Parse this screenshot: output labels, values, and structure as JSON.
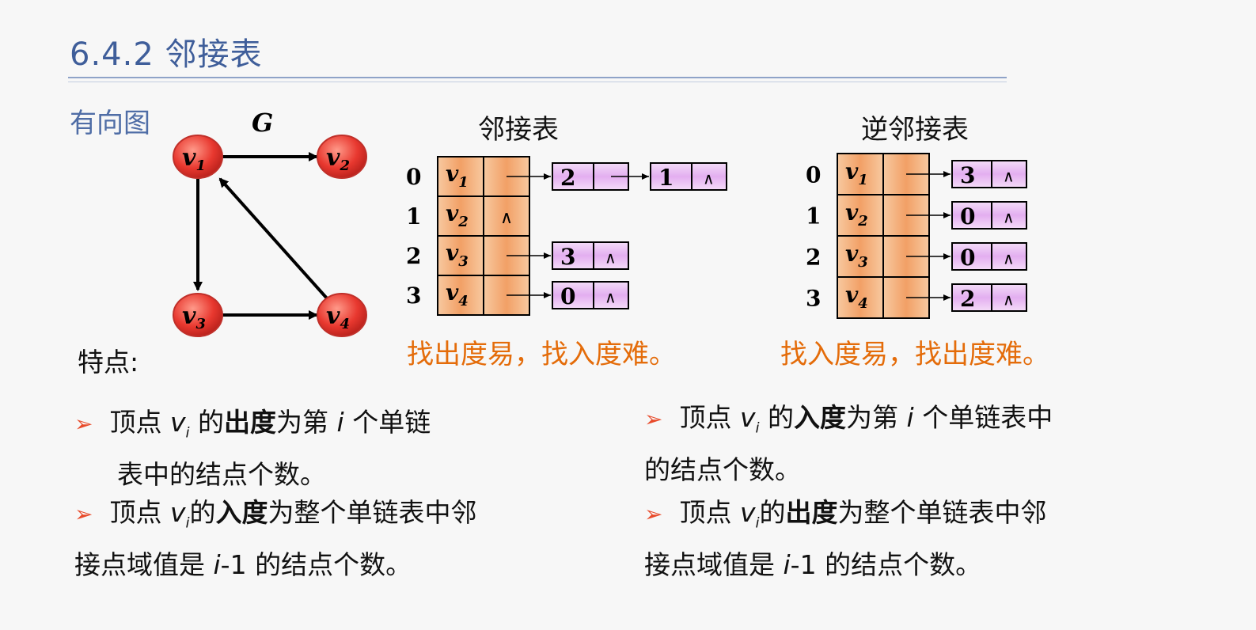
{
  "title": "6.4.2 邻接表",
  "graph": {
    "section_label": "有向图",
    "name": "G",
    "nodes": [
      {
        "id": "v1",
        "label": "v",
        "sub": "1"
      },
      {
        "id": "v2",
        "label": "v",
        "sub": "2"
      },
      {
        "id": "v3",
        "label": "v",
        "sub": "3"
      },
      {
        "id": "v4",
        "label": "v",
        "sub": "4"
      }
    ],
    "edges": [
      [
        "v1",
        "v2"
      ],
      [
        "v1",
        "v3"
      ],
      [
        "v3",
        "v4"
      ],
      [
        "v4",
        "v1"
      ]
    ]
  },
  "adj_list": {
    "title": "邻接表",
    "rows": [
      {
        "index": "0",
        "vertex": "v",
        "sub": "1",
        "nodes": [
          "2",
          "1"
        ],
        "null_mark": "∧"
      },
      {
        "index": "1",
        "vertex": "v",
        "sub": "2",
        "nodes": [],
        "null_mark": "∧"
      },
      {
        "index": "2",
        "vertex": "v",
        "sub": "3",
        "nodes": [
          "3"
        ],
        "null_mark": "∧"
      },
      {
        "index": "3",
        "vertex": "v",
        "sub": "4",
        "nodes": [
          "0"
        ],
        "null_mark": "∧"
      }
    ],
    "note": "找出度易，找入度难。"
  },
  "inv_adj_list": {
    "title": "逆邻接表",
    "rows": [
      {
        "index": "0",
        "vertex": "v",
        "sub": "1",
        "nodes": [
          "3"
        ],
        "null_mark": "∧"
      },
      {
        "index": "1",
        "vertex": "v",
        "sub": "2",
        "nodes": [
          "0"
        ],
        "null_mark": "∧"
      },
      {
        "index": "2",
        "vertex": "v",
        "sub": "3",
        "nodes": [
          "0"
        ],
        "null_mark": "∧"
      },
      {
        "index": "3",
        "vertex": "v",
        "sub": "4",
        "nodes": [
          "2"
        ],
        "null_mark": "∧"
      }
    ],
    "note": "找入度易，找出度难。"
  },
  "features": {
    "label": "特点:",
    "bullet": "➢",
    "left": [
      {
        "p1": "顶点 ",
        "var": "v",
        "sub": "i",
        "p2": " 的",
        "bold": "出度",
        "p3": "为第 ",
        "var2": "i",
        "p4": " 个单链",
        "line2": "表中的结点个数。"
      },
      {
        "p1": "顶点 ",
        "var": "v",
        "sub": "i",
        "p2": "的",
        "bold": "入度",
        "p3": "为整个单链表中邻",
        "line2a": "接点域值是 ",
        "var2": "i",
        "line2b": "-1  的结点个数。"
      }
    ],
    "right": [
      {
        "p1": "顶点 ",
        "var": "v",
        "sub": "i",
        "p2": " 的",
        "bold": "入度",
        "p3": "为第 ",
        "var2": "i",
        "p4": " 个单链表中",
        "line2": "的结点个数。"
      },
      {
        "p1": "顶点 ",
        "var": "v",
        "sub": "i",
        "p2": "的",
        "bold": "出度",
        "p3": "为整个单链表中邻",
        "line2a": "接点域值是 ",
        "var2": "i",
        "line2b": "-1 的结点个数。"
      }
    ]
  },
  "colors": {
    "title": "#3f5e9a",
    "node_fill": "#e8382f",
    "vertex_cell": "#f4a46a",
    "list_node": "#e7b8f0",
    "note": "#e46c0a"
  }
}
